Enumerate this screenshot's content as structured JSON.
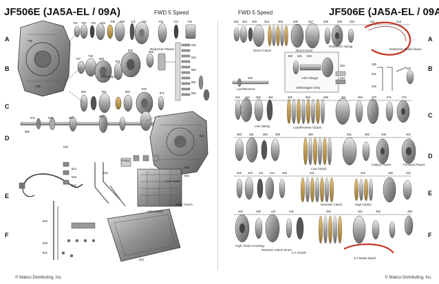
{
  "left": {
    "title": "JF506E (JA5A-EL / 09A)",
    "subtitle": "FWD 5 Speed",
    "footer": "© Makco Distributing, Inc."
  },
  "right": {
    "title": "JF506E (JA5A-EL / 09A)",
    "subtitle": "FWD 5 Speed",
    "footer": "© Makco Distributing, Inc."
  },
  "grid_letters": [
    "A",
    "B",
    "C",
    "D",
    "E",
    "F"
  ],
  "labels": {
    "reduction_planet": "Reduction Planet",
    "differential": "Differential",
    "direct_clutch": "Direct Clutch",
    "direct_drum": "Direct Drum",
    "reduction_sprag": "Reduction Sprag",
    "reduction_brake_band": "Reduction Brake Band",
    "axle_flange": "Axle Flange",
    "vw_only": "Volkswagen Only",
    "low_reverse": "Low/Reverse",
    "low_sprag": "Low Sprag",
    "low_reverse_clutch": "Low/Reverse Clutch",
    "low_clutch": "Low Clutch",
    "output_planet": "Output Planet",
    "forward_planet": "Forward Planet",
    "reverse_clutch": "Reverse Clutch",
    "high_clutch": "High Clutch",
    "high_clutch_housing": "High Clutch Housing",
    "reverse_clutch_drum": "Reverse Clutch Drum",
    "clutch_24": "2-4 Clutch",
    "brake_band_24": "2-4 Brake Band",
    "valve_body": "Valve Body",
    "low_clutch_valve": "Low Clutch",
    "high_clutch_valve": "High Clutch",
    "pump": "Pump"
  },
  "callouts": {
    "l1": "701",
    "l2": "702",
    "l3": "703",
    "l4": "704",
    "l5": "705",
    "l6": "706",
    "l7": "721",
    "l8": "722",
    "l9": "723",
    "l10": "724",
    "l11": "725",
    "l12": "726",
    "l13": "727",
    "l14": "728",
    "l15": "900",
    "l16": "901",
    "l17": "902",
    "l18": "903",
    "l19": "940",
    "l20": "941",
    "l21": "942",
    "l22": "950",
    "l23": "951",
    "l24": "952",
    "l25": "960",
    "l26": "961",
    "l27": "962",
    "l28": "970",
    "l29": "971",
    "l30": "972",
    "l31": "973",
    "l32": "980",
    "l33": "981",
    "l34": "982",
    "l35": "510",
    "l36": "511",
    "l37": "512",
    "l38": "520",
    "l39": "521",
    "l40": "522",
    "l41": "530",
    "l42": "531",
    "l43": "532",
    "l44": "540",
    "l45": "541",
    "l46": "542",
    "r1": "301",
    "r2": "302",
    "r3": "303",
    "r4": "304",
    "r5": "305",
    "r6": "306",
    "r7": "307",
    "r8": "308",
    "r9": "309",
    "r10": "310",
    "r11": "311",
    "r12": "312",
    "r13": "320",
    "r14": "321",
    "r15": "322",
    "r16": "323",
    "r17": "324",
    "r18": "330",
    "r19": "331",
    "r20": "332",
    "r21": "333",
    "r22": "340",
    "r23": "341",
    "r24": "342",
    "r25": "350",
    "r26": "351",
    "r27": "352",
    "r28": "353",
    "r29": "360",
    "r30": "361",
    "r31": "362",
    "r32": "370",
    "r33": "371",
    "r34": "372",
    "r35": "380",
    "r36": "381",
    "r37": "382",
    "r38": "383",
    "r39": "390",
    "r40": "391",
    "r41": "392",
    "r42": "400",
    "r43": "401",
    "r44": "402",
    "r45": "410",
    "r46": "411",
    "r47": "412",
    "r48": "420",
    "r49": "421",
    "r50": "422",
    "r51": "430",
    "r52": "431",
    "r53": "432",
    "r54": "440",
    "r55": "441",
    "r56": "442",
    "r57": "450",
    "r58": "451",
    "r59": "452",
    "r60": "460"
  },
  "colors": {
    "ink": "#1a1a1a",
    "case": "#9a9a9a",
    "steel": "#b9b9b9",
    "dark": "#4a4a4a",
    "friction": "#caa24a",
    "band_red": "#c43b2c",
    "bronze": "#b7823c",
    "leader": "#333333"
  }
}
